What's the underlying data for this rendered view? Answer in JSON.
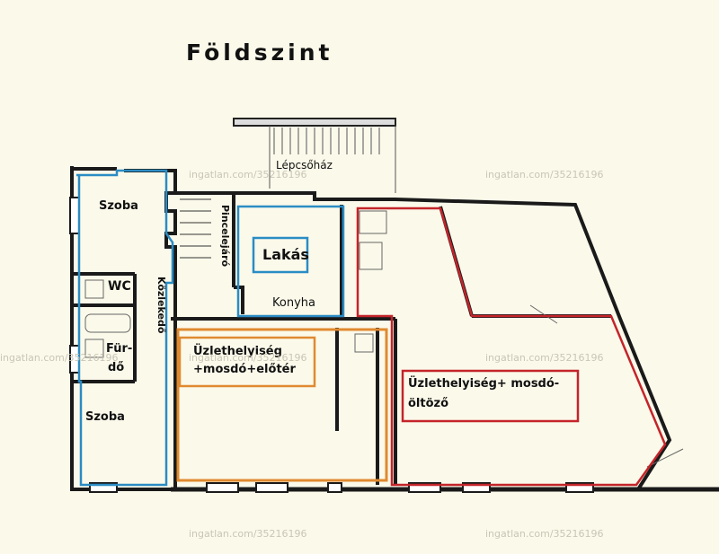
{
  "title": "Földszint",
  "labels": {
    "lepcsohaz": "Lépcsőház",
    "szoba_top": "Szoba",
    "pinceleejaro": "Pincelejáró",
    "lakas": "Lakás",
    "konyha": "Konyha",
    "wc": "WC",
    "kozlekedo": "Közlekedő",
    "furdo_1": "Für-",
    "furdo_2": "dő",
    "szoba_bottom": "Szoba",
    "uzlet1_line1": "Üzlethelyiség",
    "uzlet1_line2": "+mosdó+előtér",
    "uzlet2_line1": "Üzlethelyiség+ mosdó-",
    "uzlet2_line2": "öltöző"
  },
  "watermark": "ingatlan.com/35216196",
  "colors": {
    "wall": "#1a1a1a",
    "lakas_outline": "#2b8cc4",
    "uzlet1_outline": "#e08a30",
    "uzlet2_outline": "#c4242a",
    "background": "#fbf9ea"
  }
}
